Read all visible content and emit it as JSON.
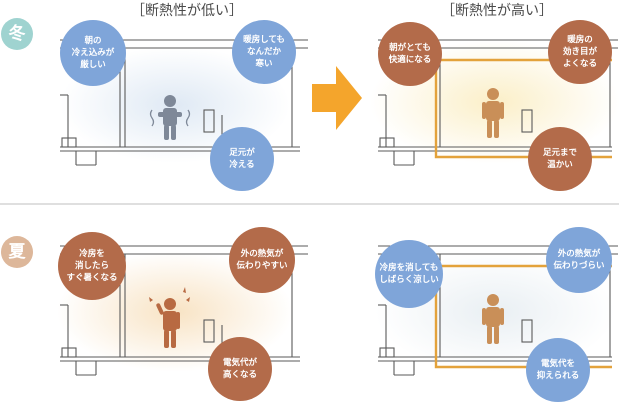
{
  "headings": {
    "low": "［断熱性が低い］",
    "high": "［断熱性が高い］"
  },
  "seasons": {
    "winter": {
      "label": "冬",
      "color": "#9fd3d0"
    },
    "summer": {
      "label": "夏",
      "color": "#ddb79a"
    }
  },
  "colors": {
    "blue_bubble": "#7fa5d9",
    "brown_bubble": "#b36b4a",
    "cold_figure": "#7e8898",
    "warm_figure": "#c98f58",
    "hot_figure": "#b86a42",
    "arrow": "#f4a52c",
    "insulation": "#e3a23b"
  },
  "winter_low": {
    "bubble_1": "朝の\n冷え込みが\n厳しい",
    "bubble_2": "暖房しても\nなんだか\n寒い",
    "bubble_3": "足元が\n冷える"
  },
  "winter_high": {
    "bubble_1": "朝がとても\n快適になる",
    "bubble_2": "暖房の\n効き目が\nよくなる",
    "bubble_3": "足元まで\n温かい"
  },
  "summer_low": {
    "bubble_1": "冷房を\n消したら\nすぐ暑くなる",
    "bubble_2": "外の熱気が\n伝わりやすい",
    "bubble_3": "電気代が\n高くなる"
  },
  "summer_high": {
    "bubble_1": "冷房を消しても\nしばらく涼しい",
    "bubble_2": "外の熱気が\n伝わりづらい",
    "bubble_3": "電気代を\n抑えられる"
  }
}
